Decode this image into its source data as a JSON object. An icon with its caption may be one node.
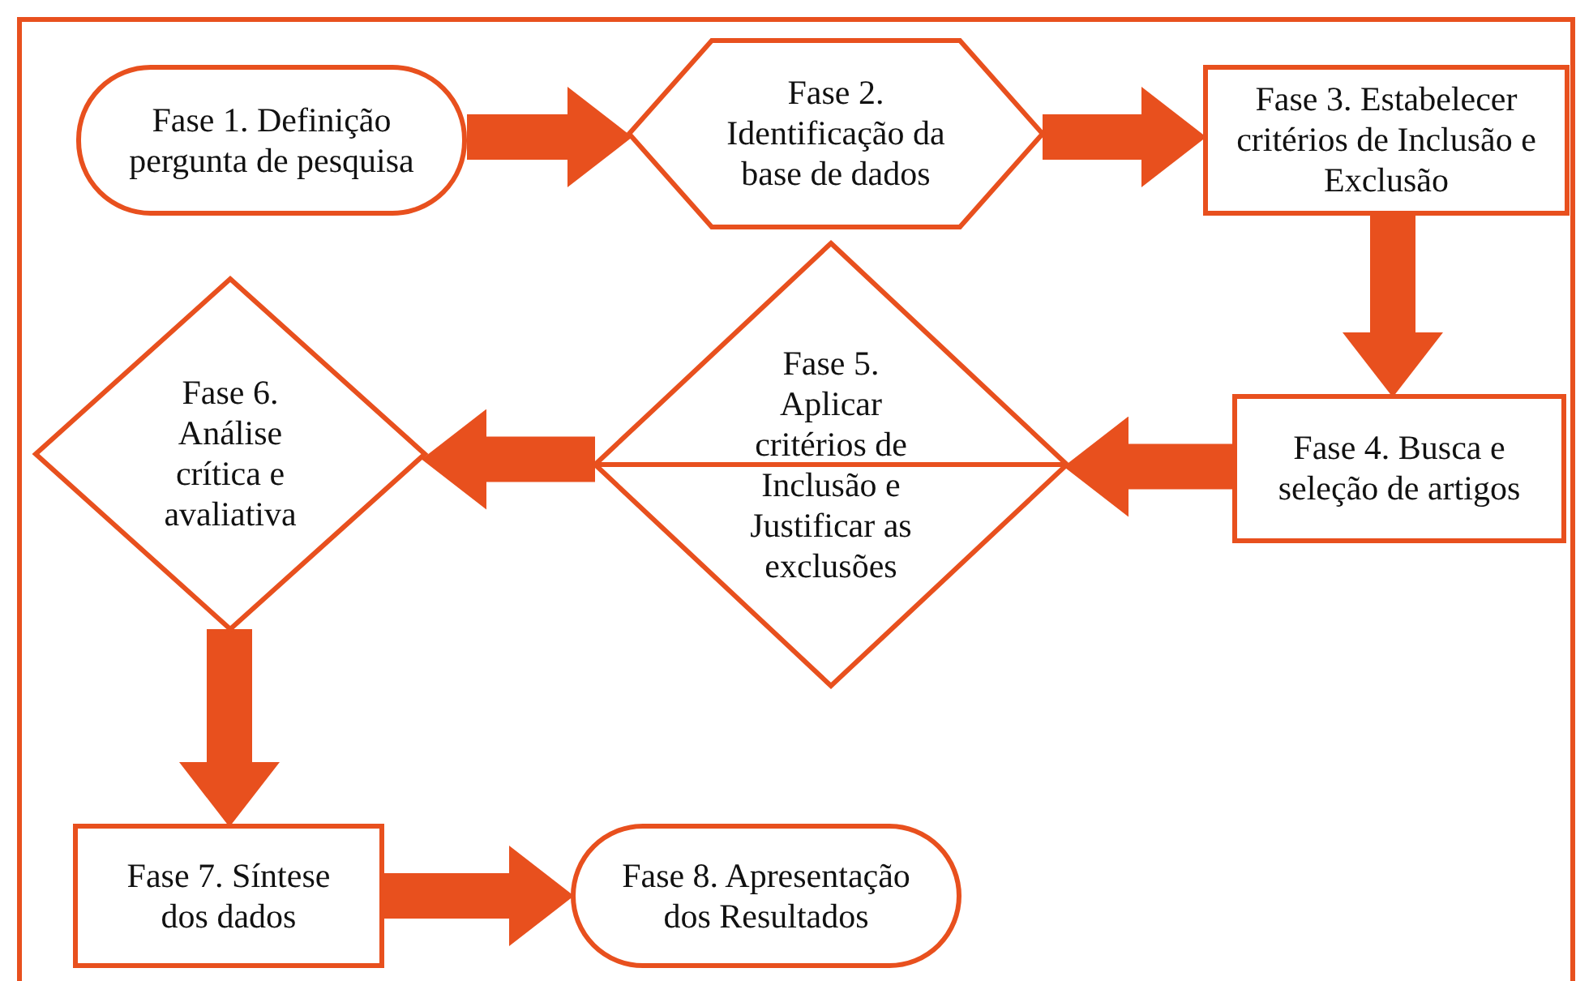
{
  "diagram": {
    "nodes": [
      {
        "text": [
          "Fase 1. Definição pergunta de pesquisa"
        ]
      },
      {
        "text": [
          "Fase 2. Identificação da base de dados"
        ]
      },
      {
        "text": [
          "Fase 3. Estabelecer critérios de Inclusão e Exclusão"
        ]
      },
      {
        "text": [
          "Fase 4. Busca e seleção de artigos"
        ]
      },
      {
        "text": [
          "Fase 5. Aplicar critérios de Inclusão e Justificar as exclusões"
        ]
      },
      {
        "text": [
          "Fase 6. Análise crítica e avaliativa"
        ]
      },
      {
        "text": [
          "Fase 7. Síntese dos dados"
        ]
      },
      {
        "text": [
          "Fase 8. Apresentação dos Resultados"
        ]
      }
    ],
    "edges": [
      {
        "from": 0,
        "to": 1,
        "arrow": "to"
      },
      {
        "from": 1,
        "to": 2,
        "arrow": "to"
      },
      {
        "from": 2,
        "to": 3,
        "arrow": "to"
      },
      {
        "from": 3,
        "to": 4,
        "arrow": "to"
      },
      {
        "from": 4,
        "to": 5,
        "arrow": "to"
      },
      {
        "from": 5,
        "to": 6,
        "arrow": "to"
      },
      {
        "from": 6,
        "to": 7,
        "arrow": "to"
      }
    ]
  }
}
